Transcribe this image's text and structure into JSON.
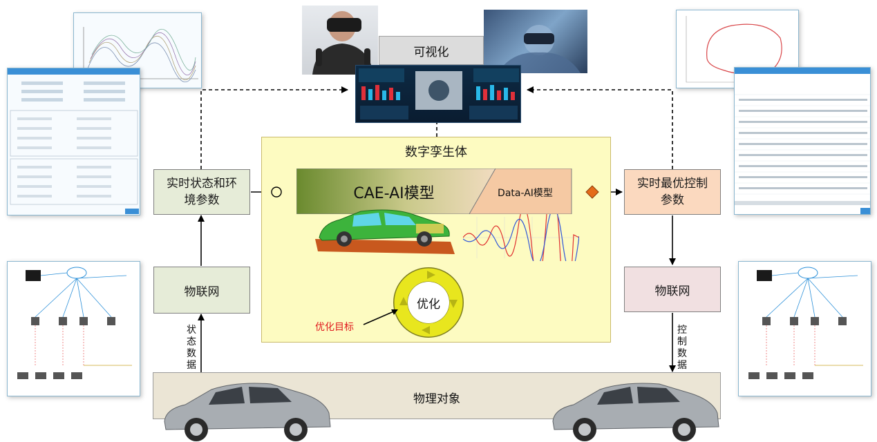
{
  "visualization": {
    "label": "可视化"
  },
  "twin": {
    "title": "数字孪生体",
    "cae_model": "CAE-AI模型",
    "data_model": "Data-AI模型",
    "optimize": "优化",
    "opt_target": "优化目标"
  },
  "left": {
    "realtime_params": "实时状态和环境参数",
    "iot": "物联网",
    "state_data": "状态数据"
  },
  "right": {
    "optimal_params": "实时最优控制参数",
    "iot": "物联网",
    "control_data": "控制数据"
  },
  "bottom": {
    "physical": "物理对象"
  },
  "colors": {
    "twin_bg": "#fdfbc1",
    "twin_border": "#c9b96a",
    "green_box": "#e6ecd8",
    "peach_box": "#fbd9bf",
    "pink_box": "#f1e0e1",
    "bottom_bar": "#ebe5d5",
    "opt_ring": "#e8e61e",
    "diamond": "#e46b1a",
    "target_text": "#e0191e"
  }
}
